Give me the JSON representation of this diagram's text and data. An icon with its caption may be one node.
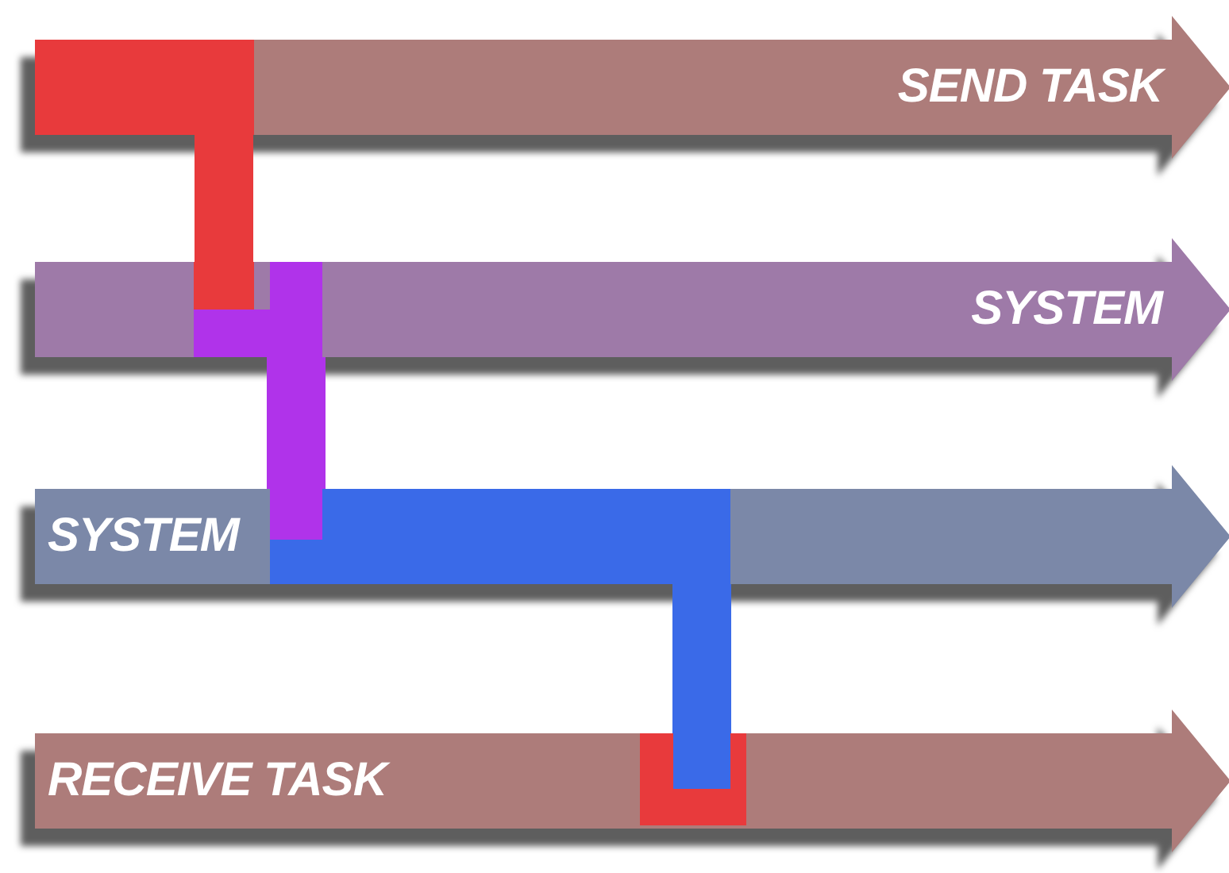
{
  "diagram": {
    "nodes": [
      {
        "text": [
          "SEND TASK"
        ]
      },
      {
        "text": [
          "SYSTEM"
        ]
      },
      {
        "text": [
          "SYSTEM"
        ]
      },
      {
        "text": [
          "RECEIVE TASK"
        ]
      }
    ],
    "edges": [
      {
        "from": 0,
        "to": 1,
        "arrow": "none",
        "color": "#e83a3c"
      },
      {
        "from": 1,
        "to": 2,
        "arrow": "none",
        "color": "#b033ea"
      },
      {
        "from": 2,
        "to": 3,
        "arrow": "none",
        "color": "#3a6ae8"
      }
    ]
  }
}
